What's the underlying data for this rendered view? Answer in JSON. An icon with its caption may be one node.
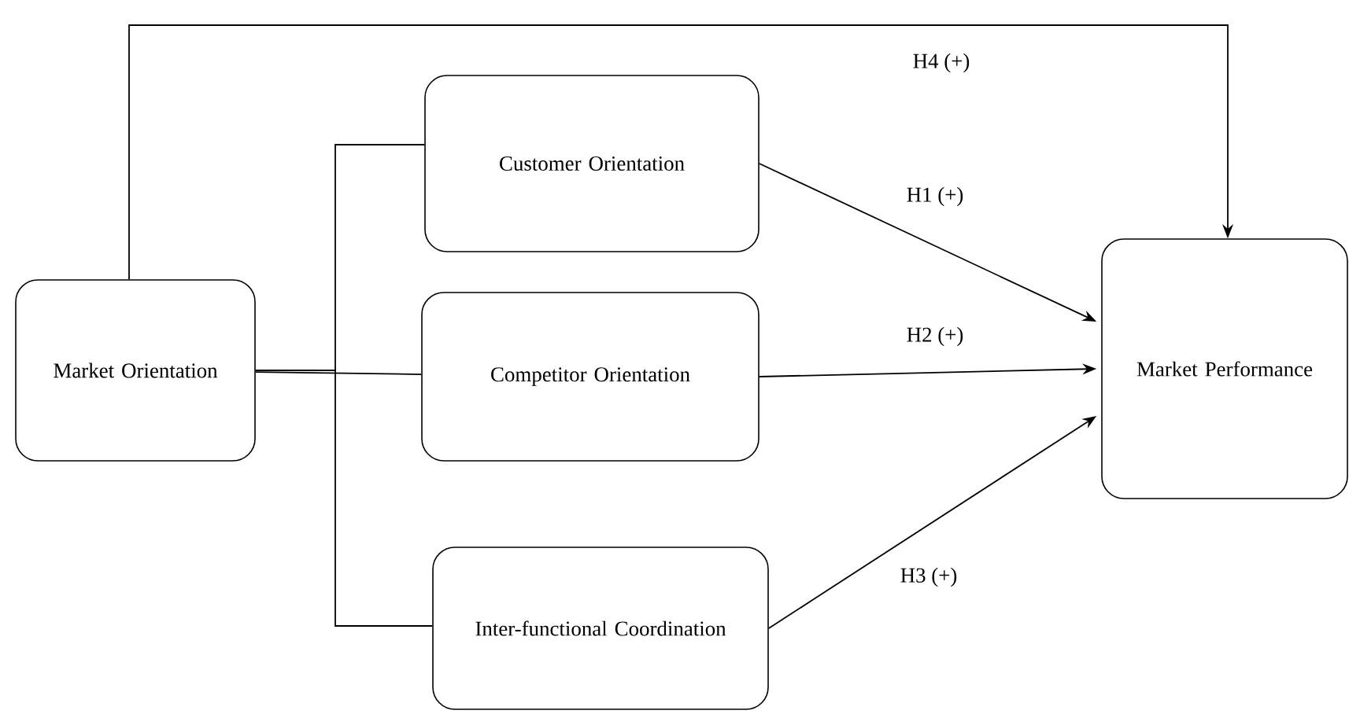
{
  "diagram": {
    "nodes": [
      {
        "text": [
          "Market Orientation"
        ]
      },
      {
        "text": [
          "Customer Orientation"
        ]
      },
      {
        "text": [
          "Competitor Orientation"
        ]
      },
      {
        "text": [
          "Inter-functional Coordination"
        ]
      },
      {
        "text": [
          "Market Performance"
        ]
      }
    ],
    "edges": [
      {
        "from": 0,
        "to": 1,
        "arrow": "none"
      },
      {
        "from": 0,
        "to": 2,
        "arrow": "none"
      },
      {
        "from": 0,
        "to": 3,
        "arrow": "none"
      },
      {
        "from": 1,
        "to": 4,
        "arrow": "to",
        "label": "H1 (+)"
      },
      {
        "from": 2,
        "to": 4,
        "arrow": "to",
        "label": "H2 (+)"
      },
      {
        "from": 3,
        "to": 4,
        "arrow": "to",
        "label": "H3 (+)"
      },
      {
        "from": 0,
        "to": 4,
        "arrow": "to",
        "label": "H4 (+)"
      }
    ]
  }
}
